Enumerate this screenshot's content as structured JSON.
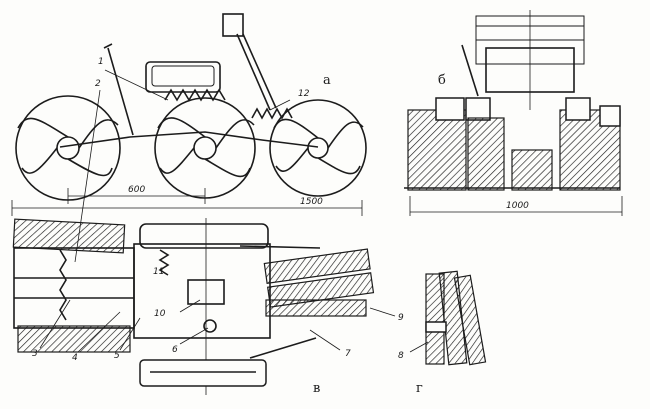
{
  "views": {
    "a": "а",
    "b": "б",
    "v": "в",
    "g": "г"
  },
  "callouts": [
    "1",
    "2",
    "12",
    "3",
    "4",
    "5",
    "6",
    "7",
    "8",
    "9",
    "10",
    "11"
  ],
  "dimensions": {
    "wheelbase": "600",
    "length": "1500",
    "width": "1000"
  }
}
